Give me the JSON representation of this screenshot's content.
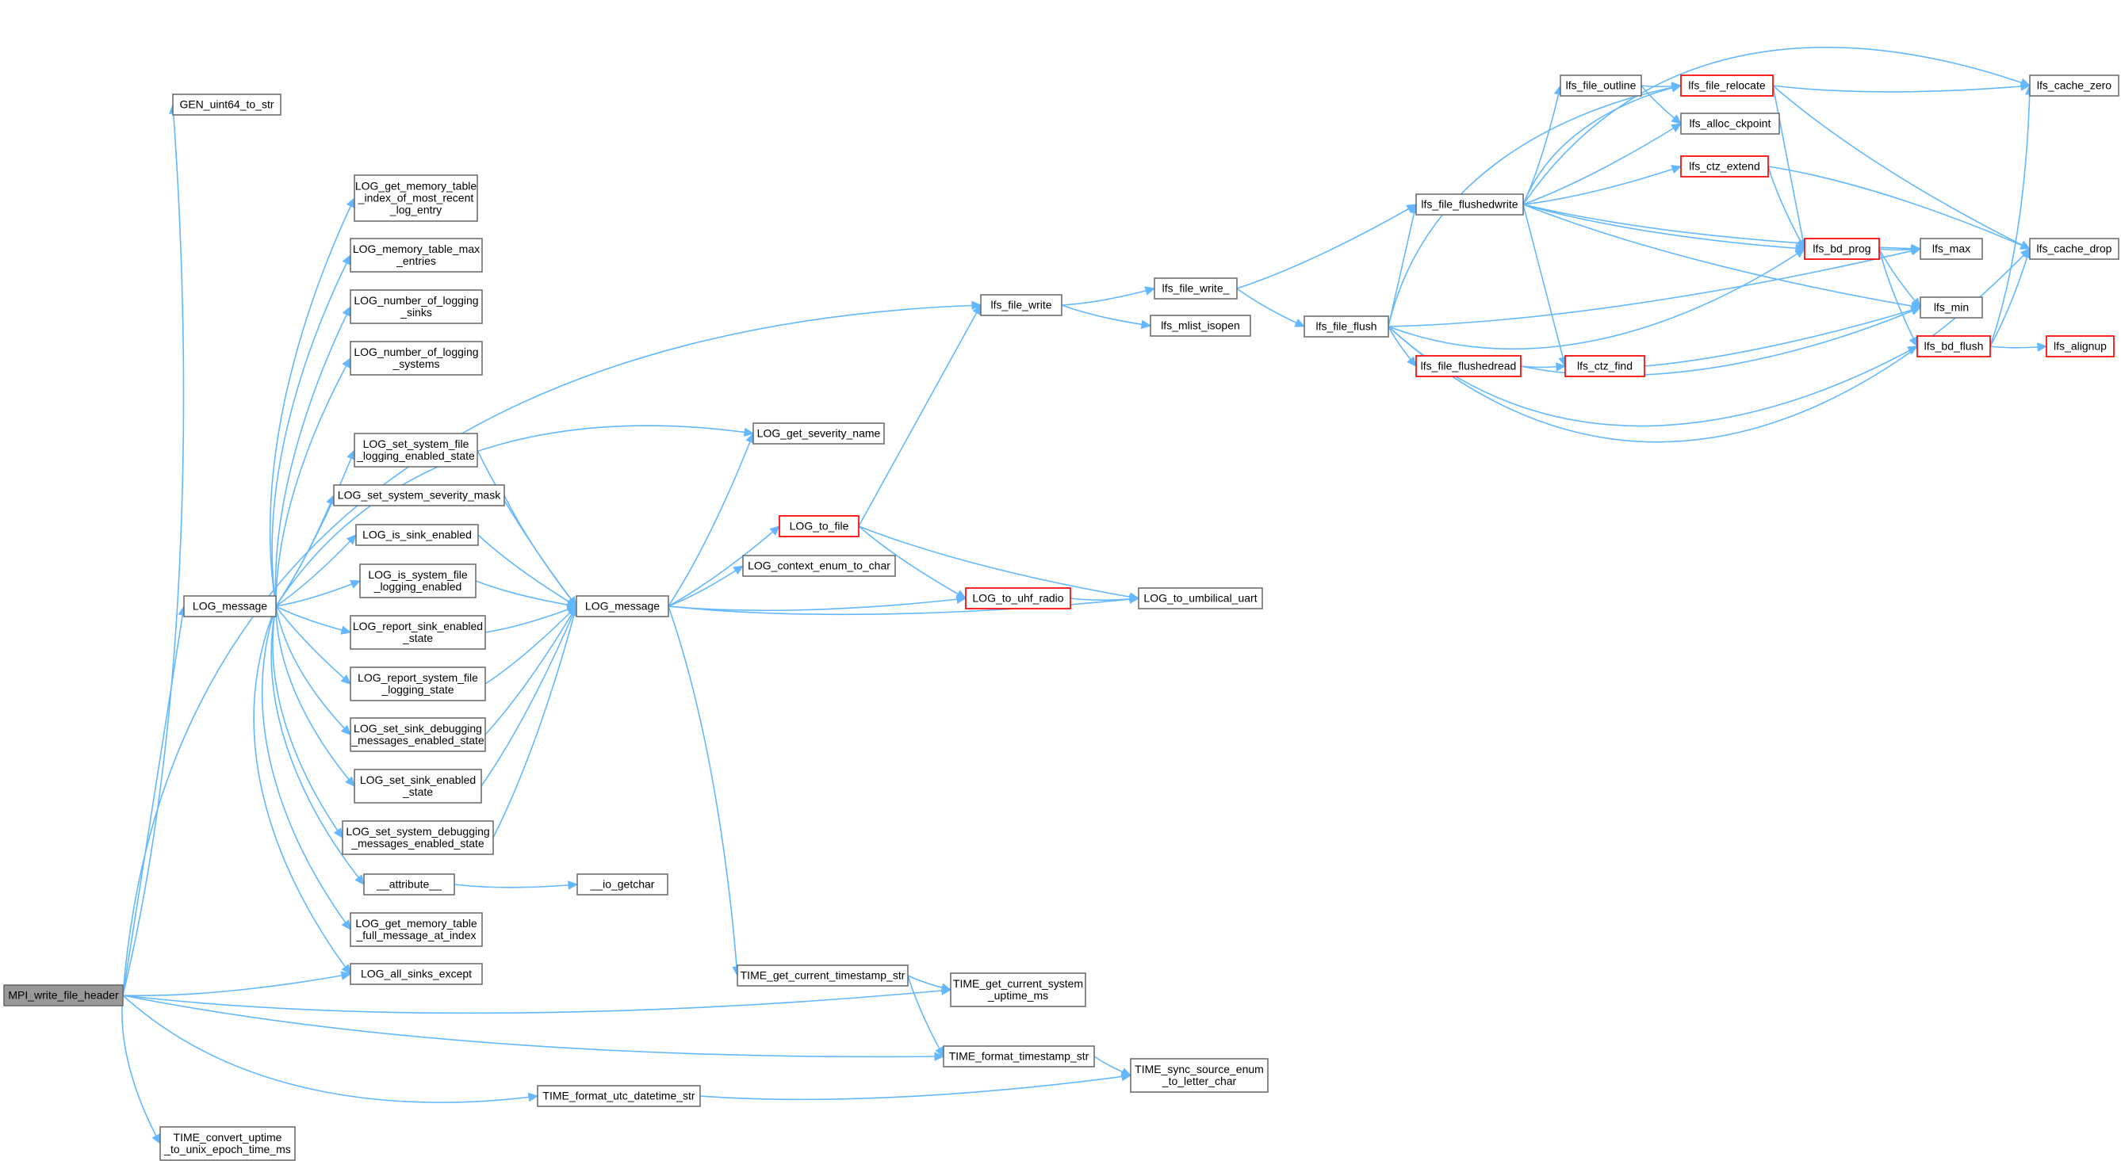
{
  "graph": {
    "colors": {
      "edge": "#63b8ff",
      "node_border": "#666666",
      "root_fill": "#999999",
      "truncated_border": "#ff0000"
    },
    "nodes": [
      {
        "id": "mpi",
        "lines": [
          "MPI_write_file_header"
        ],
        "root": true
      },
      {
        "id": "gen",
        "lines": [
          "GEN_uint64_to_str"
        ]
      },
      {
        "id": "logmsg1",
        "lines": [
          "LOG_message"
        ]
      },
      {
        "id": "lfswrite",
        "lines": [
          "lfs_file_write"
        ]
      },
      {
        "id": "getmem",
        "lines": [
          "LOG_get_memory_table",
          "_index_of_most_recent",
          "_log_entry"
        ]
      },
      {
        "id": "memmax",
        "lines": [
          "LOG_memory_table_max",
          "_entries"
        ]
      },
      {
        "id": "numsinks",
        "lines": [
          "LOG_number_of_logging",
          "_sinks"
        ]
      },
      {
        "id": "numsys",
        "lines": [
          "LOG_number_of_logging",
          "_systems"
        ]
      },
      {
        "id": "setsysfile",
        "lines": [
          "LOG_set_system_file",
          "_logging_enabled_state"
        ]
      },
      {
        "id": "setsev",
        "lines": [
          "LOG_set_system_severity_mask"
        ]
      },
      {
        "id": "issink",
        "lines": [
          "LOG_is_sink_enabled"
        ]
      },
      {
        "id": "issysfile",
        "lines": [
          "LOG_is_system_file",
          "_logging_enabled"
        ]
      },
      {
        "id": "repsink",
        "lines": [
          "LOG_report_sink_enabled",
          "_state"
        ]
      },
      {
        "id": "repsysfile",
        "lines": [
          "LOG_report_system_file",
          "_logging_state"
        ]
      },
      {
        "id": "setsinkdbg",
        "lines": [
          "LOG_set_sink_debugging",
          "_messages_enabled_state"
        ]
      },
      {
        "id": "setsinken",
        "lines": [
          "LOG_set_sink_enabled",
          "_state"
        ]
      },
      {
        "id": "setsysdbg",
        "lines": [
          "LOG_set_system_debugging",
          "_messages_enabled_state"
        ]
      },
      {
        "id": "attr",
        "lines": [
          "__attribute__"
        ]
      },
      {
        "id": "getfull",
        "lines": [
          "LOG_get_memory_table",
          "_full_message_at_index"
        ]
      },
      {
        "id": "allsinks",
        "lines": [
          "LOG_all_sinks_except"
        ]
      },
      {
        "id": "logmsg2",
        "lines": [
          "LOG_message"
        ]
      },
      {
        "id": "sevname",
        "lines": [
          "LOG_get_severity_name"
        ]
      },
      {
        "id": "logfile",
        "lines": [
          "LOG_to_file"
        ],
        "truncated": true
      },
      {
        "id": "ctxenum",
        "lines": [
          "LOG_context_enum_to_char"
        ]
      },
      {
        "id": "uhf",
        "lines": [
          "LOG_to_uhf_radio"
        ],
        "truncated": true
      },
      {
        "id": "umb",
        "lines": [
          "LOG_to_umbilical_uart"
        ]
      },
      {
        "id": "iogetchar",
        "lines": [
          "__io_getchar"
        ]
      },
      {
        "id": "tgcts",
        "lines": [
          "TIME_get_current_timestamp_str"
        ]
      },
      {
        "id": "tgcsum",
        "lines": [
          "TIME_get_current_system",
          "_uptime_ms"
        ]
      },
      {
        "id": "tfts",
        "lines": [
          "TIME_format_timestamp_str"
        ]
      },
      {
        "id": "tsse",
        "lines": [
          "TIME_sync_source_enum",
          "_to_letter_char"
        ]
      },
      {
        "id": "tfudt",
        "lines": [
          "TIME_format_utc_datetime_str"
        ]
      },
      {
        "id": "tcute",
        "lines": [
          "TIME_convert_uptime",
          "_to_unix_epoch_time_ms"
        ]
      },
      {
        "id": "lfswrite_",
        "lines": [
          "lfs_file_write_"
        ]
      },
      {
        "id": "mlist",
        "lines": [
          "lfs_mlist_isopen"
        ]
      },
      {
        "id": "flush",
        "lines": [
          "lfs_file_flush"
        ]
      },
      {
        "id": "flushedwrite",
        "lines": [
          "lfs_file_flushedwrite"
        ]
      },
      {
        "id": "flushedread",
        "lines": [
          "lfs_file_flushedread"
        ],
        "truncated": true
      },
      {
        "id": "outline",
        "lines": [
          "lfs_file_outline"
        ]
      },
      {
        "id": "relocate",
        "lines": [
          "lfs_file_relocate"
        ],
        "truncated": true
      },
      {
        "id": "ckpoint",
        "lines": [
          "lfs_alloc_ckpoint"
        ]
      },
      {
        "id": "ctzext",
        "lines": [
          "lfs_ctz_extend"
        ],
        "truncated": true
      },
      {
        "id": "bdprog",
        "lines": [
          "lfs_bd_prog"
        ],
        "truncated": true
      },
      {
        "id": "ctzfind",
        "lines": [
          "lfs_ctz_find"
        ],
        "truncated": true
      },
      {
        "id": "max",
        "lines": [
          "lfs_max"
        ]
      },
      {
        "id": "min",
        "lines": [
          "lfs_min"
        ]
      },
      {
        "id": "bdflush",
        "lines": [
          "lfs_bd_flush"
        ],
        "truncated": true
      },
      {
        "id": "czero",
        "lines": [
          "lfs_cache_zero"
        ]
      },
      {
        "id": "cdrop",
        "lines": [
          "lfs_cache_drop"
        ]
      },
      {
        "id": "alignup",
        "lines": [
          "lfs_alignup"
        ],
        "truncated": true
      }
    ],
    "edges": [
      [
        "mpi",
        "gen"
      ],
      [
        "mpi",
        "logmsg1"
      ],
      [
        "mpi",
        "lfswrite"
      ],
      [
        "mpi",
        "allsinks"
      ],
      [
        "mpi",
        "tgcsum"
      ],
      [
        "mpi",
        "tfts"
      ],
      [
        "mpi",
        "tfudt"
      ],
      [
        "mpi",
        "tcute"
      ],
      [
        "logmsg1",
        "getmem"
      ],
      [
        "logmsg1",
        "memmax"
      ],
      [
        "logmsg1",
        "numsinks"
      ],
      [
        "logmsg1",
        "numsys"
      ],
      [
        "logmsg1",
        "sevname"
      ],
      [
        "logmsg1",
        "setsysfile"
      ],
      [
        "logmsg1",
        "setsev"
      ],
      [
        "logmsg1",
        "issink"
      ],
      [
        "logmsg1",
        "issysfile"
      ],
      [
        "logmsg1",
        "repsink"
      ],
      [
        "logmsg1",
        "repsysfile"
      ],
      [
        "logmsg1",
        "setsinkdbg"
      ],
      [
        "logmsg1",
        "setsinken"
      ],
      [
        "logmsg1",
        "setsysdbg"
      ],
      [
        "logmsg1",
        "attr"
      ],
      [
        "logmsg1",
        "getfull"
      ],
      [
        "logmsg1",
        "allsinks"
      ],
      [
        "setsysfile",
        "logmsg2"
      ],
      [
        "setsev",
        "logmsg2"
      ],
      [
        "issink",
        "logmsg2"
      ],
      [
        "issysfile",
        "logmsg2"
      ],
      [
        "repsink",
        "logmsg2"
      ],
      [
        "repsysfile",
        "logmsg2"
      ],
      [
        "setsinkdbg",
        "logmsg2"
      ],
      [
        "setsinken",
        "logmsg2"
      ],
      [
        "setsysdbg",
        "logmsg2"
      ],
      [
        "attr",
        "iogetchar"
      ],
      [
        "logmsg2",
        "sevname"
      ],
      [
        "logmsg2",
        "logfile"
      ],
      [
        "logmsg2",
        "ctxenum"
      ],
      [
        "logmsg2",
        "uhf"
      ],
      [
        "logmsg2",
        "umb"
      ],
      [
        "logmsg2",
        "tgcts"
      ],
      [
        "logfile",
        "lfswrite"
      ],
      [
        "logfile",
        "uhf"
      ],
      [
        "logfile",
        "umb"
      ],
      [
        "uhf",
        "umb"
      ],
      [
        "tgcts",
        "tgcsum"
      ],
      [
        "tgcts",
        "tfts"
      ],
      [
        "tfts",
        "tsse"
      ],
      [
        "tfudt",
        "tsse"
      ],
      [
        "lfswrite",
        "lfswrite_"
      ],
      [
        "lfswrite",
        "mlist"
      ],
      [
        "lfswrite_",
        "flushedwrite"
      ],
      [
        "lfswrite_",
        "flush"
      ],
      [
        "flush",
        "flushedwrite"
      ],
      [
        "flush",
        "flushedread"
      ],
      [
        "flush",
        "relocate"
      ],
      [
        "flush",
        "bdprog"
      ],
      [
        "flush",
        "bdflush"
      ],
      [
        "flush",
        "max"
      ],
      [
        "flush",
        "cdrop"
      ],
      [
        "flushedwrite",
        "outline"
      ],
      [
        "flushedwrite",
        "relocate"
      ],
      [
        "flushedwrite",
        "ckpoint"
      ],
      [
        "flushedwrite",
        "ctzext"
      ],
      [
        "flushedwrite",
        "bdprog"
      ],
      [
        "flushedwrite",
        "ctzfind"
      ],
      [
        "flushedwrite",
        "max"
      ],
      [
        "flushedwrite",
        "min"
      ],
      [
        "flushedwrite",
        "czero"
      ],
      [
        "flushedread",
        "ctzfind"
      ],
      [
        "flushedread",
        "min"
      ],
      [
        "outline",
        "relocate"
      ],
      [
        "outline",
        "ckpoint"
      ],
      [
        "relocate",
        "czero"
      ],
      [
        "relocate",
        "bdprog"
      ],
      [
        "relocate",
        "cdrop"
      ],
      [
        "ctzext",
        "bdprog"
      ],
      [
        "ctzext",
        "cdrop"
      ],
      [
        "bdprog",
        "max"
      ],
      [
        "bdprog",
        "min"
      ],
      [
        "bdprog",
        "bdflush"
      ],
      [
        "ctzfind",
        "min"
      ],
      [
        "bdflush",
        "cdrop"
      ],
      [
        "bdflush",
        "alignup"
      ],
      [
        "bdflush",
        "czero"
      ]
    ]
  }
}
